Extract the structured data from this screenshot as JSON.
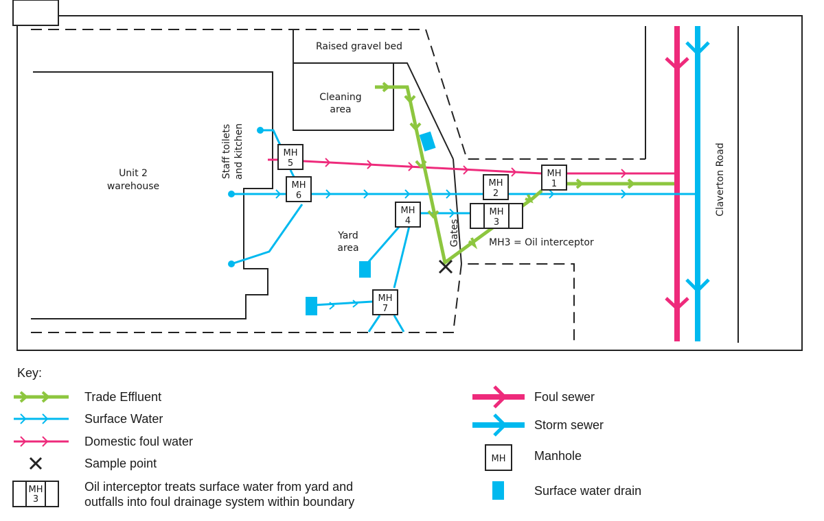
{
  "colors": {
    "trade_effluent": "#8dc63f",
    "surface_water": "#00b9ef",
    "domestic_foul": "#ee2a7b",
    "outline": "#222222"
  },
  "labels": {
    "raised_gravel_bed": "Raised gravel bed",
    "cleaning_area": [
      "Cleaning",
      "area"
    ],
    "unit2": [
      "Unit 2",
      "warehouse"
    ],
    "staff_toilets": [
      "Staff toilets",
      "and kitchen"
    ],
    "yard_area": [
      "Yard",
      "area"
    ],
    "gates": "Gates",
    "oil_interceptor_note": "MH3 = Oil interceptor",
    "road": "Claverton Road"
  },
  "manholes": [
    {
      "id": "MH1",
      "line1": "MH",
      "line2": "1"
    },
    {
      "id": "MH2",
      "line1": "MH",
      "line2": "2"
    },
    {
      "id": "MH3",
      "line1": "MH",
      "line2": "3"
    },
    {
      "id": "MH4",
      "line1": "MH",
      "line2": "4"
    },
    {
      "id": "MH5",
      "line1": "MH",
      "line2": "5"
    },
    {
      "id": "MH6",
      "line1": "MH",
      "line2": "6"
    },
    {
      "id": "MH7",
      "line1": "MH",
      "line2": "7"
    }
  ],
  "key": {
    "title": "Key:",
    "items": [
      {
        "label": "Trade Effluent",
        "icon": "trade-effluent-line-icon"
      },
      {
        "label": "Surface Water",
        "icon": "surface-water-line-icon"
      },
      {
        "label": "Domestic foul water",
        "icon": "domestic-foul-line-icon"
      },
      {
        "label": "Sample point",
        "icon": "sample-point-x-icon"
      },
      {
        "label": "Oil interceptor treats surface water from yard and",
        "label2": "outfalls into foul drainage system within boundary",
        "icon": "oil-interceptor-icon",
        "icon_text": [
          "MH",
          "3"
        ]
      },
      {
        "label": "Foul sewer",
        "icon": "foul-sewer-icon"
      },
      {
        "label": "Storm sewer",
        "icon": "storm-sewer-icon"
      },
      {
        "label": "Manhole",
        "icon": "manhole-icon",
        "icon_text": "MH"
      },
      {
        "label": "Surface water drain",
        "icon": "surface-water-drain-icon"
      }
    ]
  }
}
